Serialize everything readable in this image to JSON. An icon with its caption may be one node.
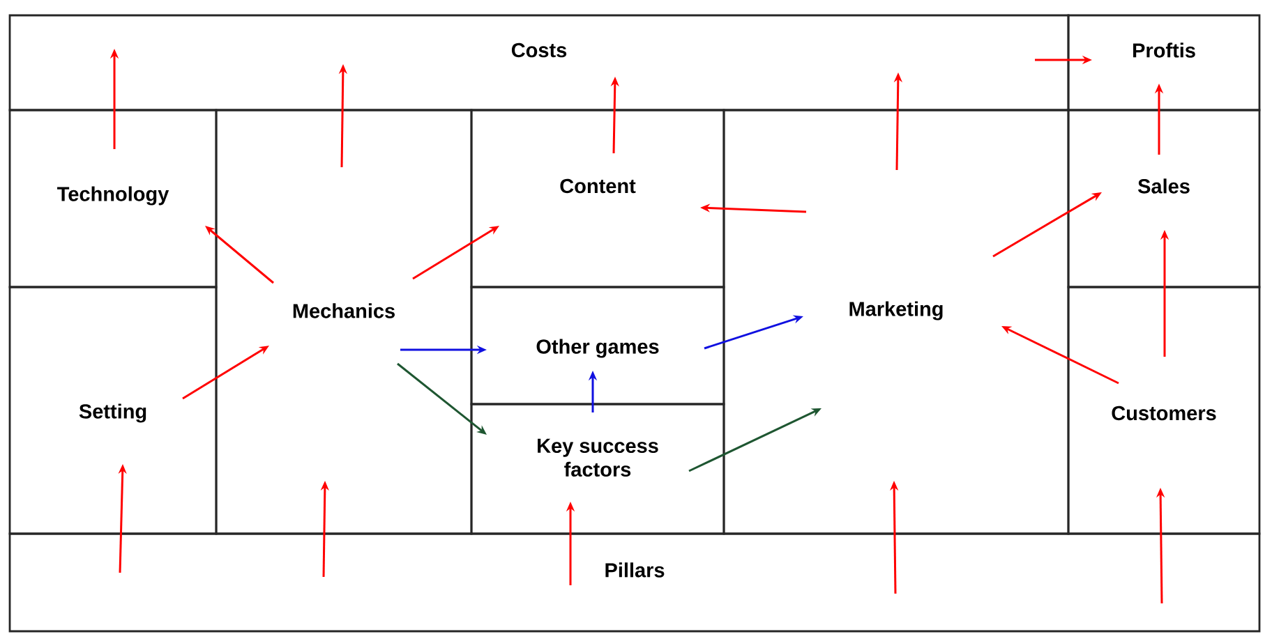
{
  "diagram": {
    "nodes": [
      {
        "text": [
          "Costs"
        ]
      },
      {
        "text": [
          "Proftis"
        ]
      },
      {
        "text": [
          "Technology"
        ]
      },
      {
        "text": [
          "Mechanics"
        ]
      },
      {
        "text": [
          "Content"
        ]
      },
      {
        "text": [
          "Other games"
        ]
      },
      {
        "text": [
          "Key success factors"
        ]
      },
      {
        "text": [
          "Marketing"
        ]
      },
      {
        "text": [
          "Sales"
        ]
      },
      {
        "text": [
          "Setting"
        ]
      },
      {
        "text": [
          "Customers"
        ]
      },
      {
        "text": [
          "Pillars"
        ]
      }
    ],
    "edges": [
      {
        "from": 2,
        "to": 0,
        "arrow": "to"
      },
      {
        "from": 3,
        "to": 0,
        "arrow": "to"
      },
      {
        "from": 4,
        "to": 0,
        "arrow": "to"
      },
      {
        "from": 7,
        "to": 0,
        "arrow": "to"
      },
      {
        "from": 0,
        "to": 1,
        "arrow": "to"
      },
      {
        "from": 8,
        "to": 1,
        "arrow": "to"
      },
      {
        "from": 3,
        "to": 2,
        "arrow": "to"
      },
      {
        "from": 3,
        "to": 4,
        "arrow": "to"
      },
      {
        "from": 9,
        "to": 3,
        "arrow": "to"
      },
      {
        "from": 3,
        "to": 5,
        "arrow": "to",
        "color": "#1010e0"
      },
      {
        "from": 3,
        "to": 6,
        "arrow": "to",
        "color": "#1e5631"
      },
      {
        "from": 6,
        "to": 5,
        "arrow": "to",
        "color": "#1010e0"
      },
      {
        "from": 5,
        "to": 7,
        "arrow": "to",
        "color": "#1010e0"
      },
      {
        "from": 6,
        "to": 7,
        "arrow": "to",
        "color": "#1e5631"
      },
      {
        "from": 7,
        "to": 4,
        "arrow": "to"
      },
      {
        "from": 7,
        "to": 8,
        "arrow": "to"
      },
      {
        "from": 10,
        "to": 8,
        "arrow": "to"
      },
      {
        "from": 10,
        "to": 7,
        "arrow": "to"
      },
      {
        "from": 11,
        "to": 9,
        "arrow": "to"
      },
      {
        "from": 11,
        "to": 3,
        "arrow": "to"
      },
      {
        "from": 11,
        "to": 6,
        "arrow": "to"
      },
      {
        "from": 11,
        "to": 7,
        "arrow": "to"
      },
      {
        "from": 11,
        "to": 10,
        "arrow": "to"
      }
    ]
  }
}
